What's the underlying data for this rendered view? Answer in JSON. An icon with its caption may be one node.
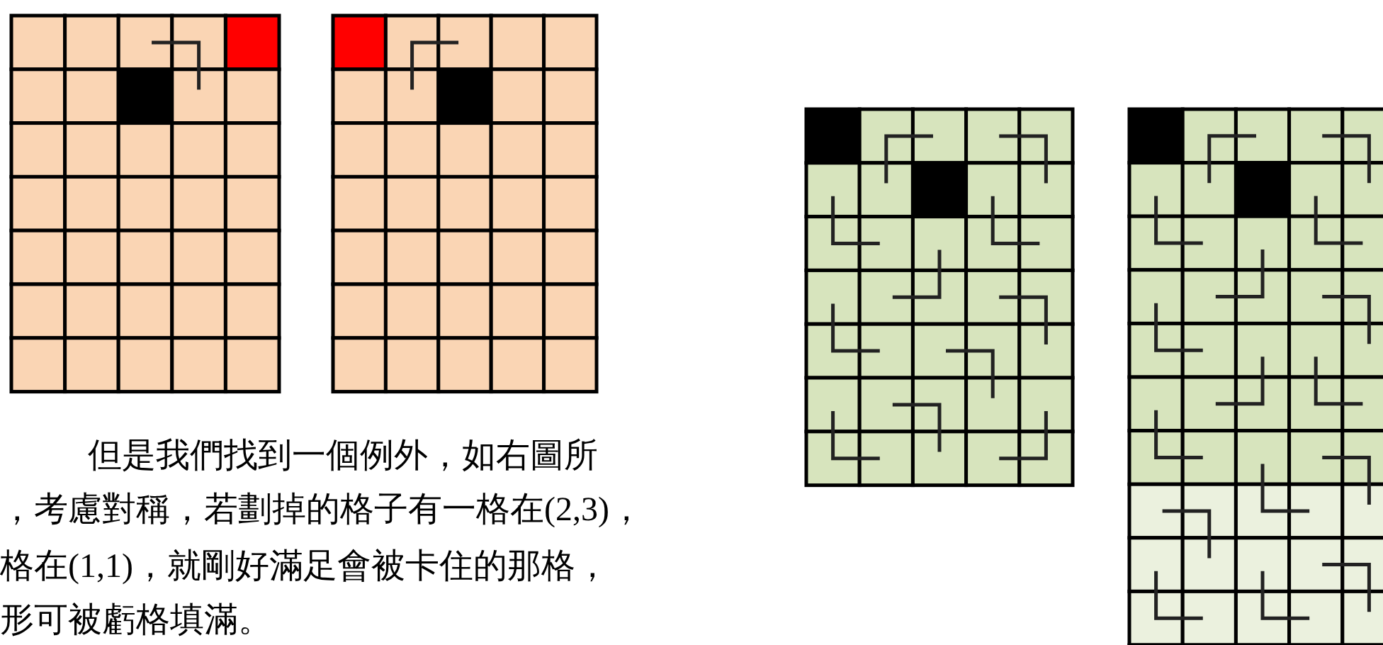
{
  "diagram": {
    "labels": [
      "但是我們找到一個例外，如右圖所",
      "，考慮對稱，若劃掉的格子有一格在(2,3)，",
      "格在(1,1)，就剛好滿足會被卡住的那格，",
      "形可被虧格填滿。"
    ]
  }
}
